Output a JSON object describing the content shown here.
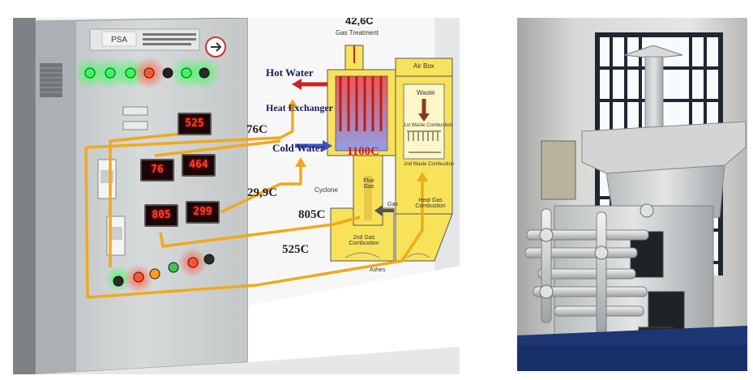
{
  "panel": {
    "brand": "PSA",
    "displays": {
      "top": "525",
      "left_upper": "76",
      "right_upper": "464",
      "left_lower": "805",
      "right_lower": "299"
    }
  },
  "diagram": {
    "top_value": "42,6C",
    "gas_treatment": "Gas Treatment",
    "hot_water": "Hot Water",
    "heat_exchanger": "Heat Exchanger",
    "cold_water": "Cold Water",
    "fire_temp": "1100C",
    "flue_gas": "Flue\nGas",
    "cyclone": "Cyclone",
    "gas": "Gas",
    "second_gas_combustion": "2nd Gas\nCombustion",
    "ashes": "Ashes",
    "air_box": "Air Box",
    "waste": "Waste",
    "first_waste_combustion": "1st Waste Combustion",
    "second_waste_combustion": "2nd Waste Combustion",
    "heat_gas_combustion": "Heat Gas\nCombustion"
  },
  "annotations": {
    "t76": "76C",
    "t299": "29,9C",
    "t805": "805C",
    "t525": "525C"
  },
  "colors": {
    "arrow": "#f0a91c",
    "cabinet": "#cfd3d4",
    "led_green": "#34ff4e",
    "led_red": "#ff4a2a",
    "furnace": "#f7e25a",
    "display_digits": "#ff3b2f"
  }
}
